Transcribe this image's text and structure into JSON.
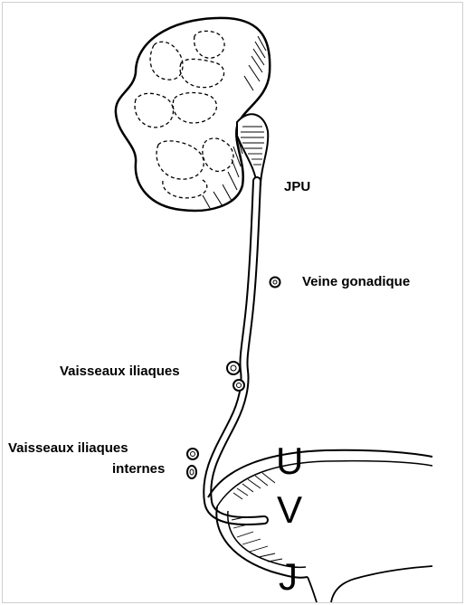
{
  "labels": {
    "jpu": "JPU",
    "gonadal_vein": "Veine gonadique",
    "iliac_vessels": "Vaisseaux iliaques",
    "internal_iliac_vessels_line1": "Vaisseaux iliaques",
    "internal_iliac_vessels_line2": "internes",
    "letter_u": "U",
    "letter_v": "V",
    "letter_j": "J"
  }
}
